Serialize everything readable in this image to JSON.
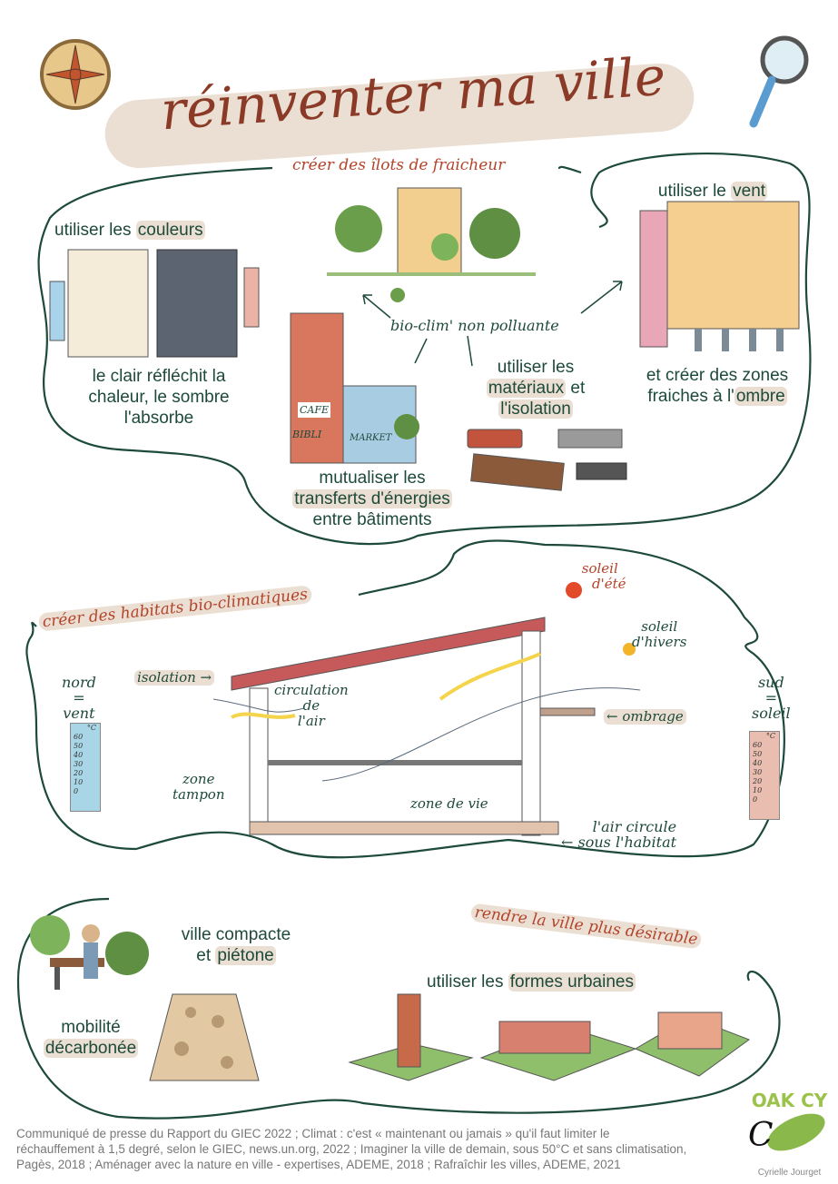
{
  "title": "réinventer ma ville",
  "section_fraicheur": {
    "heading": "créer des îlots de fraicheur",
    "couleurs": {
      "prefix": "utiliser les ",
      "highlight": "couleurs"
    },
    "couleurs_caption": [
      "le clair réfléchit la",
      "chaleur, le sombre",
      "l'absorbe"
    ],
    "bioclim": "bio-clim' non polluante",
    "materiaux": {
      "line1": "utiliser les",
      "hl1": "matériaux",
      "mid": " et",
      "hl2": "l'isolation"
    },
    "mutualiser": {
      "line1": "mutualiser les",
      "hl": "transferts d'énergies",
      "line3": "entre bâtiments"
    },
    "vent": {
      "prefix": "utiliser le ",
      "highlight": "vent"
    },
    "ombre": {
      "line1": "et créer des zones",
      "prefix": "fraiches à l'",
      "highlight": "ombre"
    },
    "signs": [
      "CAFE",
      "BIBLI",
      "MARKET"
    ]
  },
  "section_habitat": {
    "heading": "créer des habitats bio-climatiques",
    "soleil_ete": [
      "soleil",
      "d'été"
    ],
    "soleil_hivers": [
      "soleil",
      "d'hivers"
    ],
    "nord": [
      "nord",
      "=",
      "vent"
    ],
    "sud": [
      "sud",
      "=",
      "soleil"
    ],
    "isolation": "isolation →",
    "circulation": [
      "circulation",
      "de",
      "l'air"
    ],
    "ombrage": "← ombrage",
    "zone_tampon": [
      "zone",
      "tampon"
    ],
    "zone_vie": "zone de vie",
    "air_circule": [
      "l'air circule",
      "← sous l'habitat"
    ],
    "thermo_unit": "°C",
    "thermo_ticks": [
      "60",
      "50",
      "40",
      "30",
      "20",
      "10",
      "0"
    ]
  },
  "section_desirable": {
    "heading": "rendre la ville plus désirable",
    "compacte": {
      "line1": "ville compacte",
      "prefix": "et ",
      "highlight": "piétone"
    },
    "mobilite": {
      "line1": "mobilité",
      "highlight": "décarbonée"
    },
    "formes": {
      "prefix": "utiliser les ",
      "highlight": "formes urbaines"
    }
  },
  "footer": {
    "sources": [
      "Communiqué de presse du Rapport du GIEC 2022 ; Climat : c'est « maintenant ou jamais » qu'il faut limiter le",
      "réchauffement à 1,5 degré, selon le GIEC, news.un.org, 2022 ; Imaginer la ville de demain, sous 50°C et sans climatisation,",
      "Pagès, 2018 ; Aménager avec la nature en ville - expertises, ADEME, 2018 ; Rafraîchir les villes, ADEME, 2021"
    ],
    "logo_text": "OAK CY",
    "logo_letter": "C",
    "author": "Cyrielle Jourget"
  },
  "colors": {
    "text": "#1d4a3a",
    "accent": "#b3432a",
    "highlight": "#eadfd2",
    "title": "#8a3a26",
    "logo": "#9bc24a"
  }
}
